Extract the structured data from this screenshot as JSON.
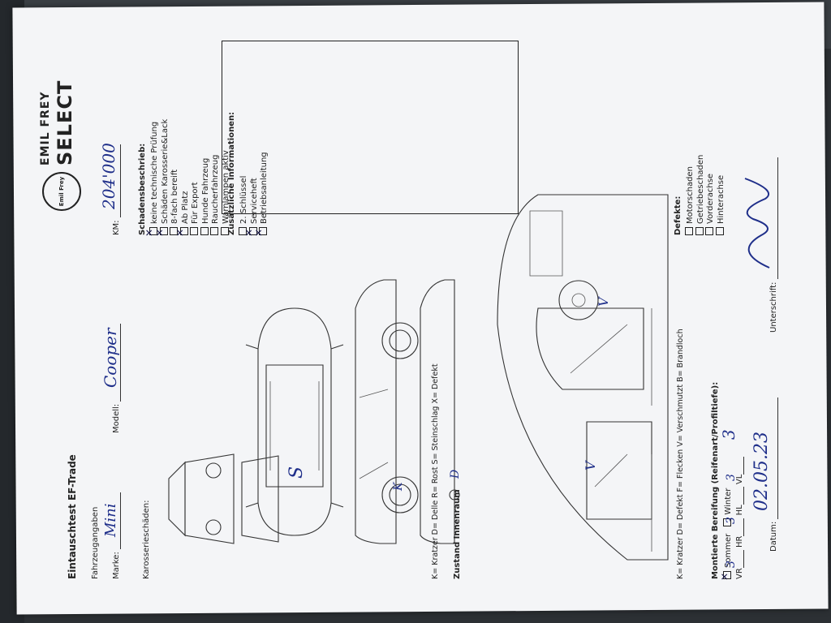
{
  "logo": {
    "brand_top": "EMIL FREY",
    "brand_bottom": "SELECT",
    "badge_text": "Emil Frey"
  },
  "form_title": "Eintauschtest EF-Trade",
  "fahrzeug": {
    "heading": "Fahrzeugangaben",
    "marke_label": "Marke:",
    "marke_value": "Mini",
    "modell_label": "Modell:",
    "modell_value": "Cooper",
    "km_label": "KM:",
    "km_value": "204'000"
  },
  "karosserie_label": "Karosserieschäden:",
  "schaden": {
    "heading": "Schadensbeschrieb:",
    "items": [
      {
        "label": "keine technische Prüfung",
        "checked": true
      },
      {
        "label": "Schäden Karosserie&Lack",
        "checked": true
      },
      {
        "label": "8-fach bereift",
        "checked": false
      },
      {
        "label": "Ab Platz",
        "checked": true
      },
      {
        "label": "Für Export",
        "checked": false
      },
      {
        "label": "Hunde Fahrzeug",
        "checked": false
      },
      {
        "label": "Raucherfahrzeug",
        "checked": false
      },
      {
        "label": "Warnlampen aktiv",
        "checked": false
      }
    ]
  },
  "zusatz": {
    "heading": "Zusätzliche Informationen:",
    "items": [
      {
        "label": "2. Schlüssel",
        "checked": false
      },
      {
        "label": "Serviceheft",
        "checked": true
      },
      {
        "label": "Betriebsanleitung",
        "checked": true
      }
    ]
  },
  "damage_marks": {
    "roof": "S",
    "side": "K",
    "side2": "D",
    "seat_front": "V",
    "seat_rear": "V"
  },
  "legend_outside": "K= Kratzer D= Delle R= Rost S= Steinschlag X= Defekt",
  "innenraum_heading": "Zustand Innenraum",
  "legend_inside": "K= Kratzer D= Defekt F= Flecken V= Verschmutzt B= Brandloch",
  "defekte": {
    "heading": "Defekte:",
    "items": [
      {
        "label": "Motorschaden",
        "checked": false
      },
      {
        "label": "Getriebeschaden",
        "checked": false
      },
      {
        "label": "Vorderachse",
        "checked": false
      },
      {
        "label": "Hinterachse",
        "checked": false
      }
    ]
  },
  "bereifung": {
    "heading": "Montierte Bereifung (Reifenart/Profiltiefe):",
    "sommer_label": "Sommer",
    "sommer_checked": true,
    "winter_label": "Winter",
    "winter_checked": false,
    "vr_label": "VR",
    "vr_value": "3",
    "hr_label": "HR",
    "hr_value": "3",
    "hl_label": "HL",
    "hl_value": "3",
    "vl_label": "VL",
    "vl_value": "3"
  },
  "footer": {
    "datum_label": "Datum:",
    "datum_value": "02.05.23",
    "unterschrift_label": "Unterschrift:"
  }
}
